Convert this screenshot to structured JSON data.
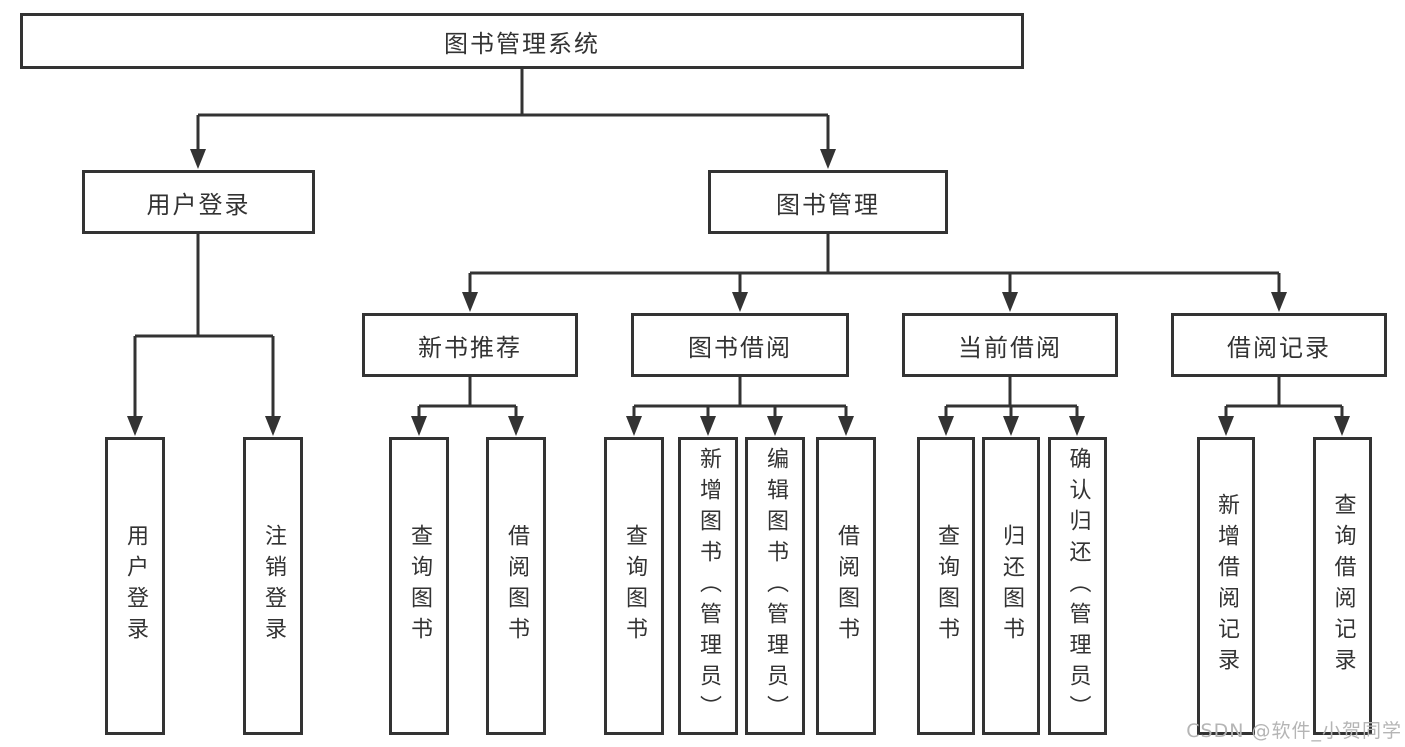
{
  "tree": {
    "root": {
      "label": "图书管理系统"
    },
    "branches": [
      {
        "label": "用户登录",
        "children": [
          {
            "label": "用户登录"
          },
          {
            "label": "注销登录"
          }
        ]
      },
      {
        "label": "图书管理",
        "children": [
          {
            "label": "新书推荐",
            "children": [
              {
                "label": "查询图书"
              },
              {
                "label": "借阅图书"
              }
            ]
          },
          {
            "label": "图书借阅",
            "children": [
              {
                "label": "查询图书"
              },
              {
                "label": "新增图书（管理员）"
              },
              {
                "label": "编辑图书（管理员）"
              },
              {
                "label": "借阅图书"
              }
            ]
          },
          {
            "label": "当前借阅",
            "children": [
              {
                "label": "查询图书"
              },
              {
                "label": "归还图书"
              },
              {
                "label": "确认归还（管理员）"
              }
            ]
          },
          {
            "label": "借阅记录",
            "children": [
              {
                "label": "新增借阅记录"
              },
              {
                "label": "查询借阅记录"
              }
            ]
          }
        ]
      }
    ]
  },
  "watermark": "CSDN @软件_小贺同学",
  "colors": {
    "line": "#333333",
    "text": "#333333",
    "watermark": "#b5b5b5",
    "background": "#ffffff"
  }
}
